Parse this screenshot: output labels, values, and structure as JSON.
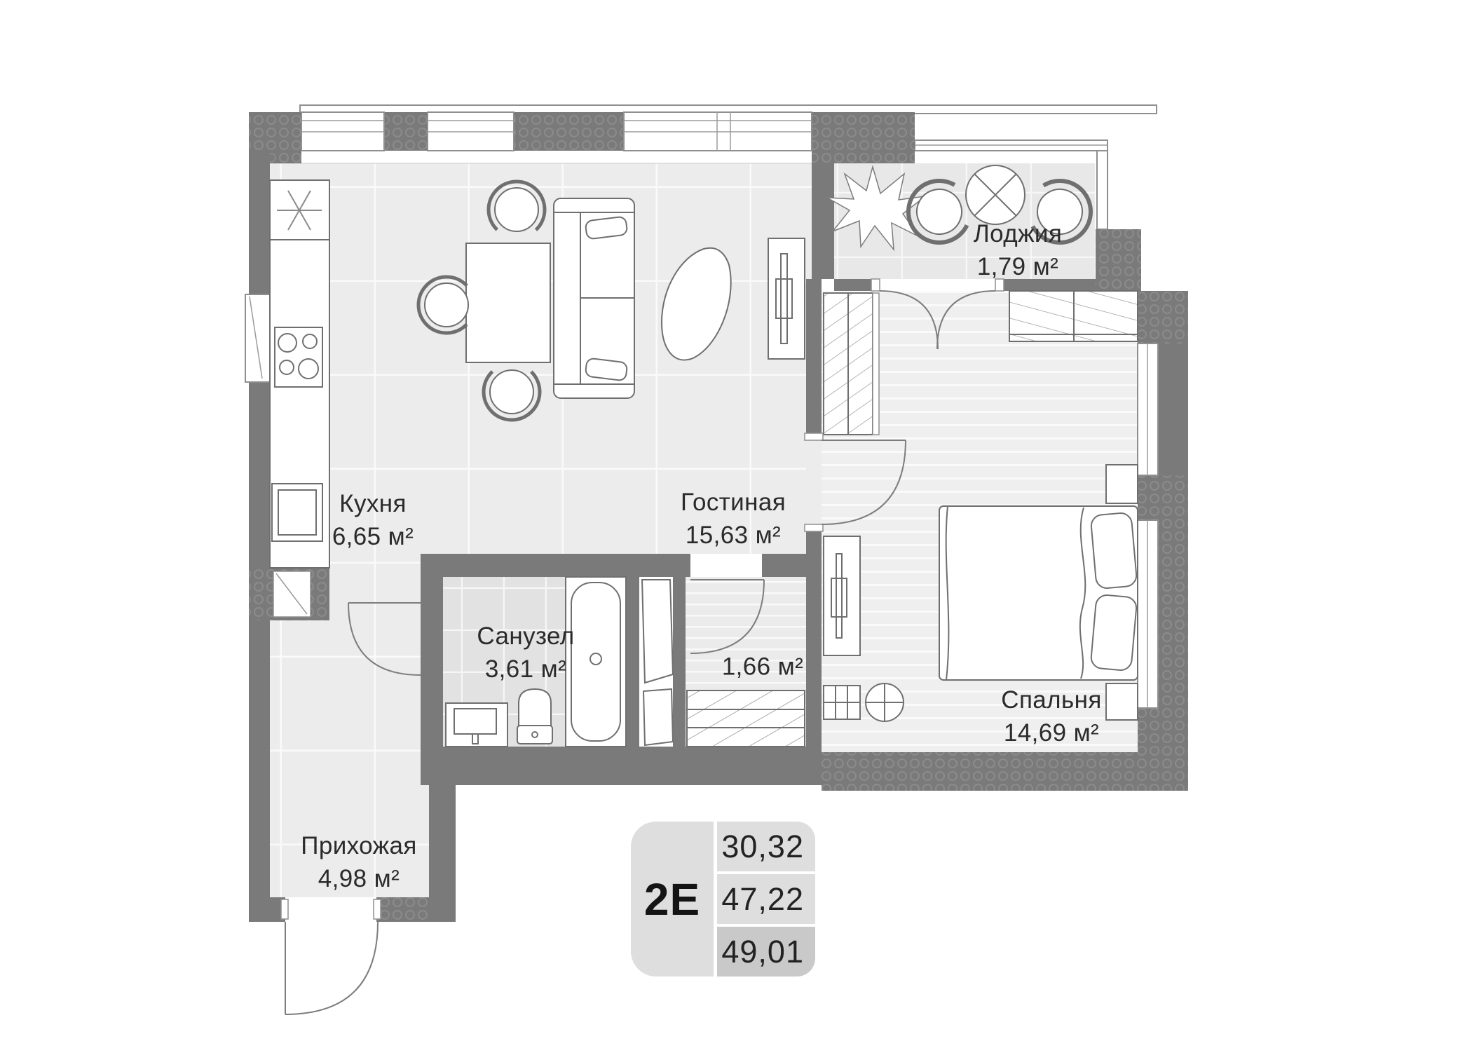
{
  "rooms": {
    "kitchen": {
      "name": "Кухня",
      "area": "6,65 м²"
    },
    "living_room": {
      "name": "Гостиная",
      "area": "15,63 м²"
    },
    "loggia": {
      "name": "Лоджия",
      "area": "1,79 м²"
    },
    "bathroom": {
      "name": "Санузел",
      "area": "3,61 м²"
    },
    "closet": {
      "area": "1,66 м²"
    },
    "bedroom": {
      "name": "Спальня",
      "area": "14,69 м²"
    },
    "hallway": {
      "name": "Прихожая",
      "area": "4,98 м²"
    }
  },
  "legend": {
    "unit_type": "2E",
    "values": [
      "30,32",
      "47,22",
      "49,01"
    ]
  },
  "colors": {
    "wall": "#7a7a7a",
    "floor_main": "#ececec",
    "floor_bathroom": "#e2e2e2",
    "floor_loggia": "#e8e8e8",
    "floor_bedroom": "#efefef",
    "legend_bg": "#dedede",
    "legend_bg_dark": "#c9c9c9",
    "text": "#2b2b2b"
  }
}
